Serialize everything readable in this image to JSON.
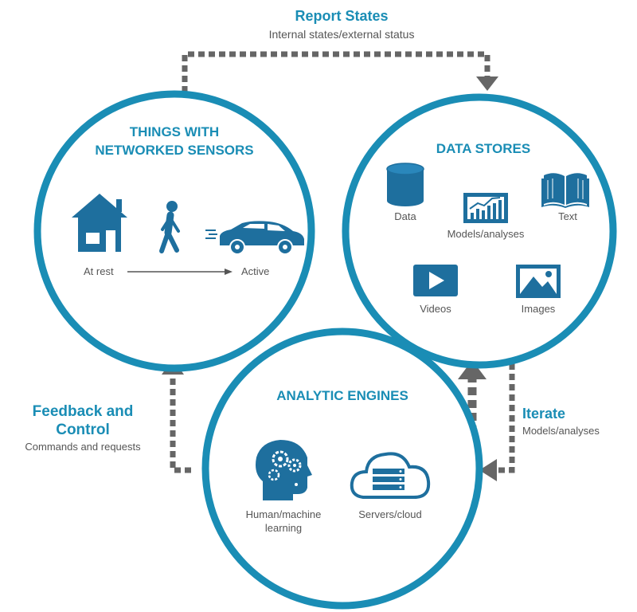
{
  "colors": {
    "accent": "#1a8db5",
    "icon_blue": "#1e6f9e",
    "arrow_gray": "#666666",
    "text_gray": "#555555"
  },
  "report_states": {
    "title": "Report States",
    "subtitle": "Internal states/external status"
  },
  "feedback": {
    "title_line1": "Feedback and",
    "title_line2": "Control",
    "subtitle": "Commands and requests"
  },
  "iterate": {
    "title": "Iterate",
    "subtitle": "Models/analyses"
  },
  "things": {
    "title_line1": "THINGS WITH",
    "title_line2": "NETWORKED SENSORS",
    "rest_label": "At rest",
    "active_label": "Active",
    "icons": [
      "house-icon",
      "walking-person-icon",
      "car-icon"
    ]
  },
  "data_stores": {
    "title": "DATA STORES",
    "items": [
      {
        "label": "Data",
        "icon": "database-icon"
      },
      {
        "label": "Models/analyses",
        "icon": "chart-icon"
      },
      {
        "label": "Text",
        "icon": "book-icon"
      },
      {
        "label": "Videos",
        "icon": "video-icon"
      },
      {
        "label": "Images",
        "icon": "image-icon"
      }
    ]
  },
  "analytic": {
    "title": "ANALYTIC ENGINES",
    "items": [
      {
        "label_line1": "Human/machine",
        "label_line2": "learning",
        "icon": "brain-gears-icon"
      },
      {
        "label_line1": "Servers/cloud",
        "icon": "cloud-server-icon"
      }
    ]
  }
}
